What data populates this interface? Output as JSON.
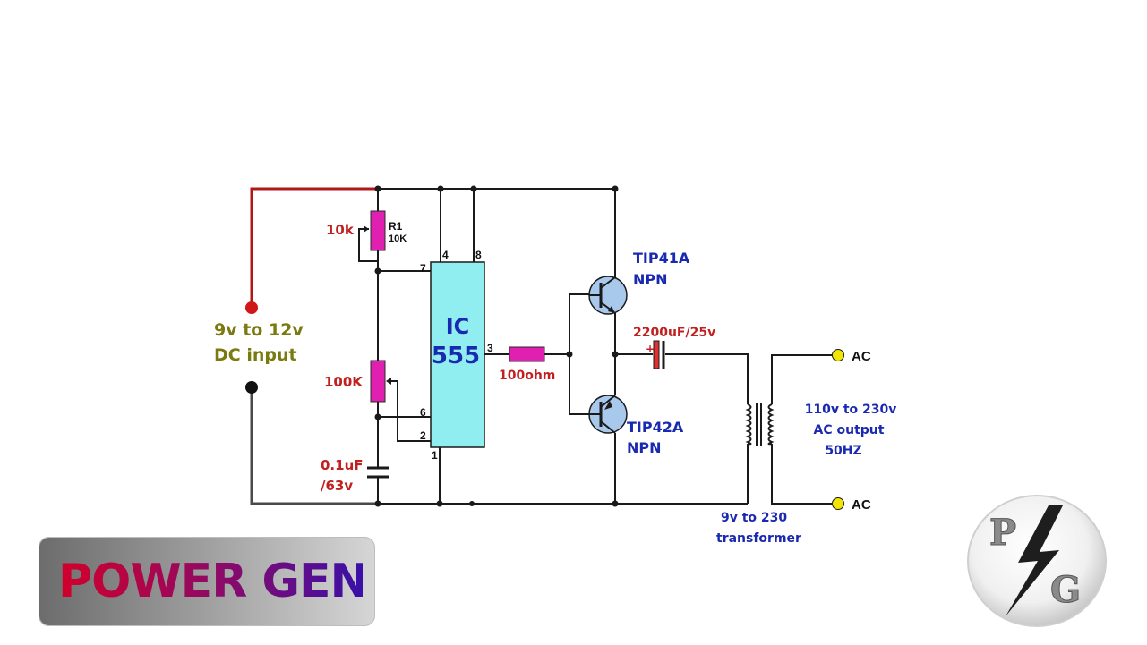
{
  "labels": {
    "input_line1": "9v to 12v",
    "input_line2": "DC input",
    "pot_top": "10k",
    "r1_name": "R1",
    "r1_value": "10K",
    "pot_bottom": "100K",
    "cap_line1": "0.1uF",
    "cap_line2": "/63v",
    "ic_line1": "IC",
    "ic_line2": "555",
    "pin4": "4",
    "pin8": "8",
    "pin7": "7",
    "pin3": "3",
    "pin6": "6",
    "pin2": "2",
    "pin1": "1",
    "resistor": "100ohm",
    "q1_name": "TIP41A",
    "q1_type": "NPN",
    "q2_name": "TIP42A",
    "q2_type": "NPN",
    "cap_out": "2200uF/25v",
    "cap_plus": "+",
    "trafo_line1": "9v to 230",
    "trafo_line2": "transformer",
    "out_line1": "110v to 230v",
    "out_line2": "AC output",
    "out_line3": "50HZ",
    "ac_top": "AC",
    "ac_bottom": "AC"
  },
  "brand": {
    "title": "POWER GEN",
    "logo_p": "P",
    "logo_g": "G"
  },
  "colors": {
    "wire": "#1a1a1a",
    "positive_wire": "#b01818",
    "ic_fill": "#90eef0",
    "component": "#e020b0",
    "red_label": "#c02020",
    "blue_label": "#1a2ab0",
    "olive_label": "#7a7a10",
    "transistor_fill": "#a8c8ec",
    "terminal": "#f2e600"
  }
}
